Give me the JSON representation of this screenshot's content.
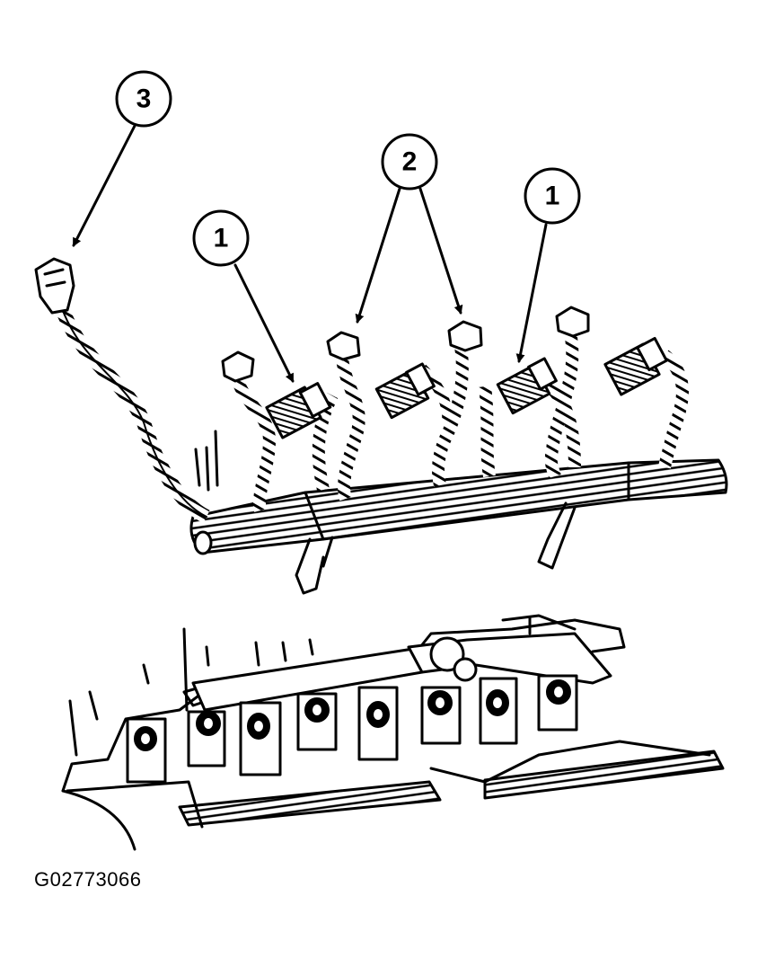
{
  "callouts": [
    {
      "id": "callout-3",
      "label": "3"
    },
    {
      "id": "callout-1-left",
      "label": "1"
    },
    {
      "id": "callout-2",
      "label": "2"
    },
    {
      "id": "callout-1-right",
      "label": "1"
    }
  ],
  "figure_id": "G02773066"
}
